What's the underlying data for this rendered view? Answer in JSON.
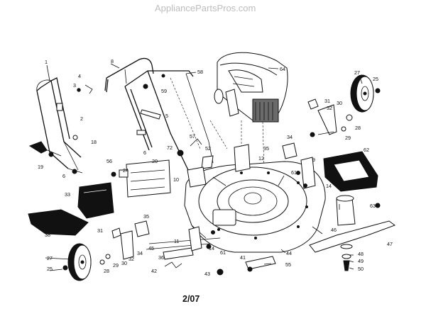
{
  "watermark": "AppliancePartsPros.com",
  "date_code": "2/07",
  "callouts": [
    {
      "id": "c1",
      "text": "1"
    },
    {
      "id": "c2",
      "text": "2"
    },
    {
      "id": "c3",
      "text": "3"
    },
    {
      "id": "c4",
      "text": "4"
    },
    {
      "id": "c5",
      "text": "5"
    },
    {
      "id": "c6a",
      "text": "6"
    },
    {
      "id": "c6b",
      "text": "6"
    },
    {
      "id": "c8",
      "text": "8"
    },
    {
      "id": "c10",
      "text": "10"
    },
    {
      "id": "c11",
      "text": "11"
    },
    {
      "id": "c12",
      "text": "12"
    },
    {
      "id": "c14a",
      "text": "14"
    },
    {
      "id": "c14b",
      "text": "14"
    },
    {
      "id": "c18",
      "text": "18"
    },
    {
      "id": "c19",
      "text": "19"
    },
    {
      "id": "c20",
      "text": "20"
    },
    {
      "id": "c24",
      "text": "24"
    },
    {
      "id": "c25a",
      "text": "25"
    },
    {
      "id": "c25b",
      "text": "25"
    },
    {
      "id": "c27a",
      "text": "27"
    },
    {
      "id": "c27b",
      "text": "27"
    },
    {
      "id": "c28a",
      "text": "28"
    },
    {
      "id": "c28b",
      "text": "28"
    },
    {
      "id": "c29a",
      "text": "29"
    },
    {
      "id": "c29b",
      "text": "29"
    },
    {
      "id": "c30a",
      "text": "30"
    },
    {
      "id": "c30b",
      "text": "30"
    },
    {
      "id": "c31a",
      "text": "31"
    },
    {
      "id": "c31b",
      "text": "31"
    },
    {
      "id": "c32a",
      "text": "32"
    },
    {
      "id": "c32b",
      "text": "32"
    },
    {
      "id": "c33",
      "text": "33"
    },
    {
      "id": "c34a",
      "text": "34"
    },
    {
      "id": "c34b",
      "text": "34"
    },
    {
      "id": "c35a",
      "text": "35"
    },
    {
      "id": "c35b",
      "text": "35"
    },
    {
      "id": "c36",
      "text": "36"
    },
    {
      "id": "c38",
      "text": "38"
    },
    {
      "id": "c41",
      "text": "41"
    },
    {
      "id": "c42",
      "text": "42"
    },
    {
      "id": "c43",
      "text": "43"
    },
    {
      "id": "c44",
      "text": "44"
    },
    {
      "id": "c45",
      "text": "45"
    },
    {
      "id": "c46",
      "text": "46"
    },
    {
      "id": "c47",
      "text": "47"
    },
    {
      "id": "c48",
      "text": "48"
    },
    {
      "id": "c49",
      "text": "49"
    },
    {
      "id": "c50",
      "text": "50"
    },
    {
      "id": "c52",
      "text": "52"
    },
    {
      "id": "c55",
      "text": "55"
    },
    {
      "id": "c56",
      "text": "56"
    },
    {
      "id": "c57",
      "text": "57"
    },
    {
      "id": "c58",
      "text": "58"
    },
    {
      "id": "c59",
      "text": "59"
    },
    {
      "id": "c61a",
      "text": "61"
    },
    {
      "id": "c61b",
      "text": "61"
    },
    {
      "id": "c62",
      "text": "62"
    },
    {
      "id": "c63",
      "text": "63"
    },
    {
      "id": "c64",
      "text": "64"
    },
    {
      "id": "c72",
      "text": "72"
    },
    {
      "id": "c9",
      "text": "9"
    }
  ]
}
